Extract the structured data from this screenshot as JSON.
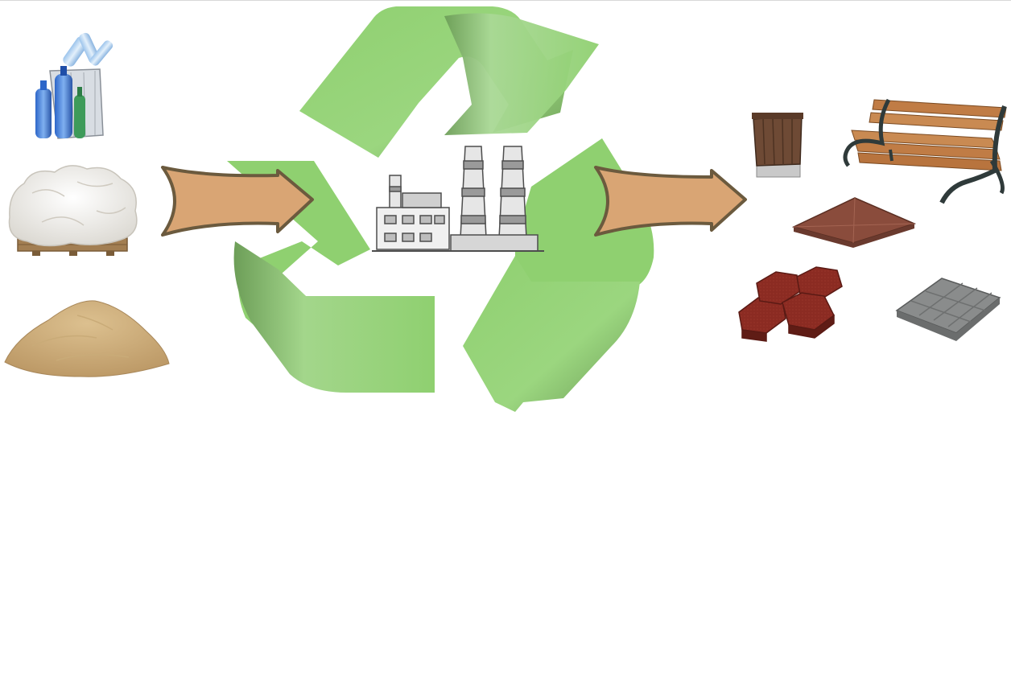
{
  "diagram": {
    "inputs": [
      {
        "id": "plastic-bottles",
        "icon": "plastic-bottles-bin-icon"
      },
      {
        "id": "textile-waste",
        "icon": "textile-bale-icon"
      },
      {
        "id": "sand",
        "icon": "sand-pile-icon"
      }
    ],
    "process": {
      "icon": "recycling-symbol-icon",
      "center_icon": "factory-icon"
    },
    "outputs": [
      {
        "id": "trash-bin",
        "icon": "trash-bin-icon"
      },
      {
        "id": "bench",
        "icon": "park-bench-icon"
      },
      {
        "id": "manhole-cover",
        "icon": "manhole-cover-icon"
      },
      {
        "id": "hexagon-paving",
        "icon": "hexagon-paving-tile-icon"
      },
      {
        "id": "grey-tile",
        "icon": "grey-paving-tile-icon"
      }
    ],
    "colors": {
      "recycle_green": "#8fd070",
      "recycle_green_dark": "#6fb552",
      "arrow_tan": "#d9a574",
      "arrow_outline": "#6b5a3e",
      "brick_red": "#8b2b22",
      "tile_grey": "#8a8c8c",
      "bench_wood": "#c07c45"
    }
  }
}
